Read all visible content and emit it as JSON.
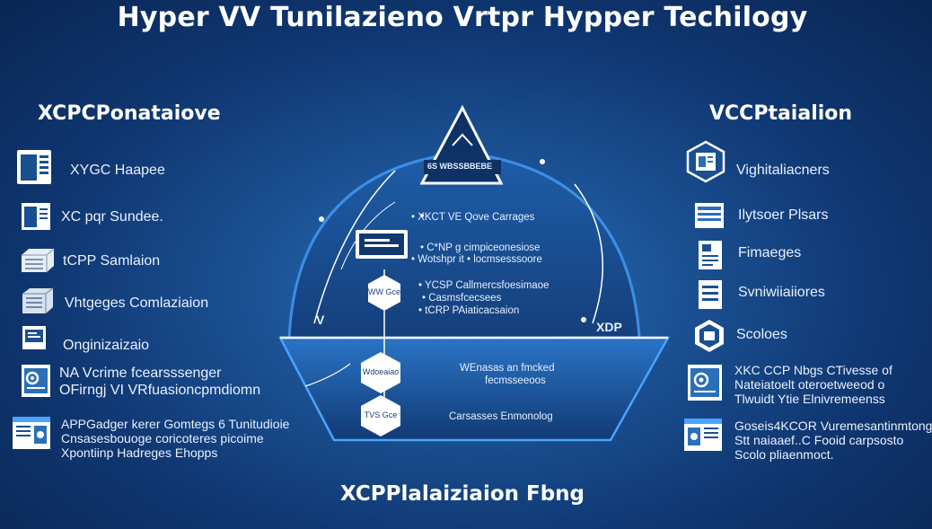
{
  "title": "Hyper VV Tunilazieno Vrtpr Hypper Techilogy",
  "left": {
    "heading": "XCPCPonataiove",
    "items": [
      {
        "icon": "server-window-icon",
        "lines": [
          "XYGC Haapee"
        ]
      },
      {
        "icon": "window-panel-icon",
        "lines": [
          "XC pqr Sundee."
        ]
      },
      {
        "icon": "server-rack-icon",
        "lines": [
          "tCPP Samlaion"
        ]
      },
      {
        "icon": "server-stack-icon",
        "lines": [
          "Vhtgeges Comlaziaion"
        ]
      },
      {
        "icon": "monitor-icon",
        "lines": [
          "Onginizaizaio"
        ]
      },
      {
        "icon": "settings-window-icon",
        "lines": [
          "NA Vcrime fcearsssenger",
          "OFirngj VI VRfuasioncpmdiomn"
        ]
      },
      {
        "icon": "dashboard-window-icon",
        "lines": [
          "APPGadger kerer Gomtegs 6 Tunitudioie",
          "Cnsasesbouoge coricoteres picoime",
          "Xpontiinp Hadreges Ehopps"
        ]
      }
    ]
  },
  "right": {
    "heading": "VCCPtaialion",
    "items": [
      {
        "icon": "hex-window-icon",
        "lines": [
          "Vighitaliacners"
        ]
      },
      {
        "icon": "window-panel-icon",
        "lines": [
          "Ilytsoer Plsars"
        ]
      },
      {
        "icon": "document-icon",
        "lines": [
          "Fimaeges"
        ]
      },
      {
        "icon": "list-document-icon",
        "lines": [
          "Svniwiiaiiores"
        ]
      },
      {
        "icon": "hex-badge-icon",
        "lines": [
          "Scoloes"
        ]
      },
      {
        "icon": "settings-window-icon",
        "lines": [
          "XKC CCP Nbgs CTivesse of",
          "Nateiatoelt oteroetweeod o",
          "Tlwuidt Ytie Elnivremeenss"
        ]
      },
      {
        "icon": "dashboard-window-icon",
        "lines": [
          "Goseis4KCOR Vuremesantinmtong",
          "Stt naiaaef..C Fooid carpsosto",
          "Scolo pliaenmoct."
        ]
      }
    ]
  },
  "diagram": {
    "apex_label": "6S WBSSBBEBE",
    "upper_text_1": "• XKCT VE Qove Carrages",
    "upper_text_2": [
      "• C*NP g cimpiceonesiose",
      "• Wotshpr it • locmsesssoore"
    ],
    "upper_text_3": [
      "• YCSP  Callmercsfoesimaoe",
      "• Casmsfcecsees",
      "• tCRP PAiaticacsaion"
    ],
    "hex_upper": "WW Gce",
    "edge_label": "XDP",
    "hex_lower_1": "Wdoeaiao",
    "hex_lower_2": "TVS Gce",
    "lower_text_1": [
      "WEnasas an fmcked",
      "fecmsseeoos"
    ],
    "lower_text_2": "Carsasses Enmonolog",
    "left_vertex_label": "V"
  },
  "footer": "XCPPlalaiziaion Fbng",
  "colors": {
    "bg_center": "#2a6fb8",
    "bg_edge": "#0a2654",
    "accent": "#4aa3ff",
    "icon_fill": "#ffffff"
  }
}
